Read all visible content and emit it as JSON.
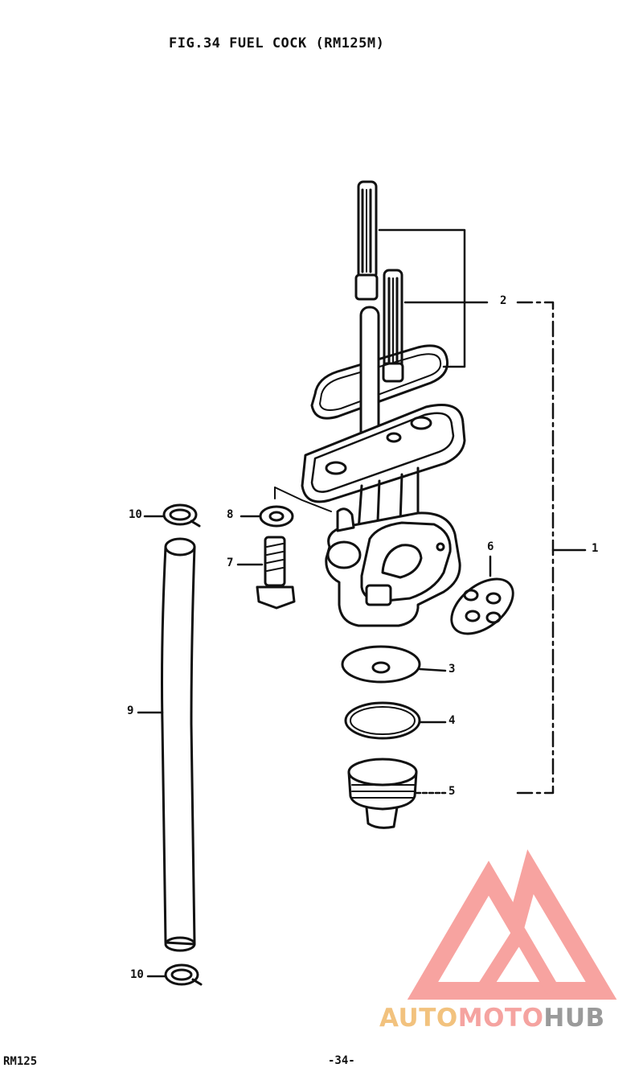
{
  "header": {
    "title": "FIG.34  FUEL COCK (RM125M)"
  },
  "callouts": {
    "c1": "1",
    "c2": "2",
    "c3": "3",
    "c4": "4",
    "c5": "5",
    "c6": "6",
    "c7": "7",
    "c8": "8",
    "c9": "9",
    "c10a": "10",
    "c10b": "10"
  },
  "footer": {
    "model": "RM125",
    "page": "-34-"
  },
  "watermark": {
    "part1": "AUTO",
    "part2": "MOTO",
    "part3": "HUB",
    "colors": {
      "auto": "#f2c27e",
      "moto": "#f5a3a0",
      "hub": "#9a9a9a",
      "logo": "#f79a96"
    },
    "logo_icon": "triangle-m-logo-icon"
  }
}
